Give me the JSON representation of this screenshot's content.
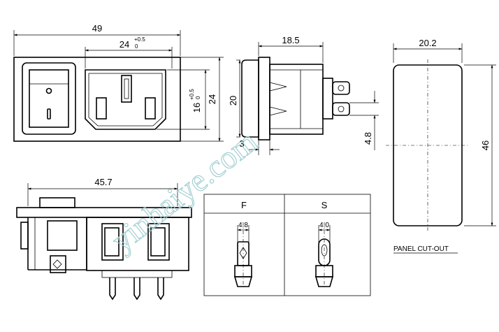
{
  "watermark": "yinhaiye.com",
  "front_view": {
    "overall_width": "49",
    "inlet_width": "24",
    "inlet_width_tol_upper": "+0.5",
    "inlet_width_tol_lower": "0",
    "inlet_height": "16",
    "inlet_height_tol_upper": "+0.5",
    "inlet_height_tol_lower": "0",
    "overall_height": "24"
  },
  "side_view": {
    "depth": "18.5",
    "height": "20",
    "flange": "3",
    "terminal_offset": "4.8"
  },
  "bottom_view": {
    "length": "45.7"
  },
  "terminals": {
    "f_label": "F",
    "s_label": "S",
    "f_width": "4.8",
    "s_width": "4.0"
  },
  "panel_cutout": {
    "width": "20.2",
    "height": "46",
    "label": "PANEL CUT-OUT"
  }
}
